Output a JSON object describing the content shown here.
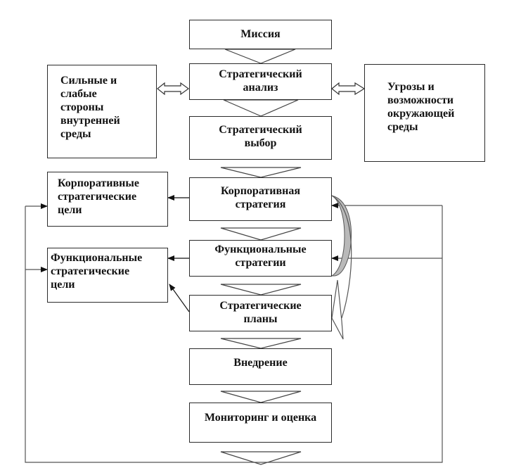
{
  "diagram": {
    "center_nodes": [
      {
        "id": "mission",
        "label": "Миссия"
      },
      {
        "id": "analysis",
        "label": "Стратегический\nанализ"
      },
      {
        "id": "choice",
        "label": "Стратегический\nвыбор"
      },
      {
        "id": "corporate_strategy",
        "label": "Корпоративная\nстратегия"
      },
      {
        "id": "functional_strategies",
        "label": "Функциональные\nстратегии"
      },
      {
        "id": "strategic_plans",
        "label": "Стратегические\nпланы"
      },
      {
        "id": "implementation",
        "label": "Внедрение"
      },
      {
        "id": "monitoring",
        "label": "Мониторинг и оценка"
      }
    ],
    "side_nodes": [
      {
        "id": "internal",
        "label": "Сильные и\nслабые\nстороны\nвнутренней\nсреды"
      },
      {
        "id": "external",
        "label": "Угрозы и\nвозможности\nокружающей\nсреды"
      },
      {
        "id": "corporate_goals",
        "label": "Корпоративные\nстратегические\nцели"
      },
      {
        "id": "functional_goals",
        "label": "Функциональные\nстратегические\nцели"
      }
    ],
    "colors": {
      "stroke": "#2b2b2b",
      "line": "#555555",
      "shade": "#b9b9b9",
      "background": "#ffffff"
    }
  }
}
